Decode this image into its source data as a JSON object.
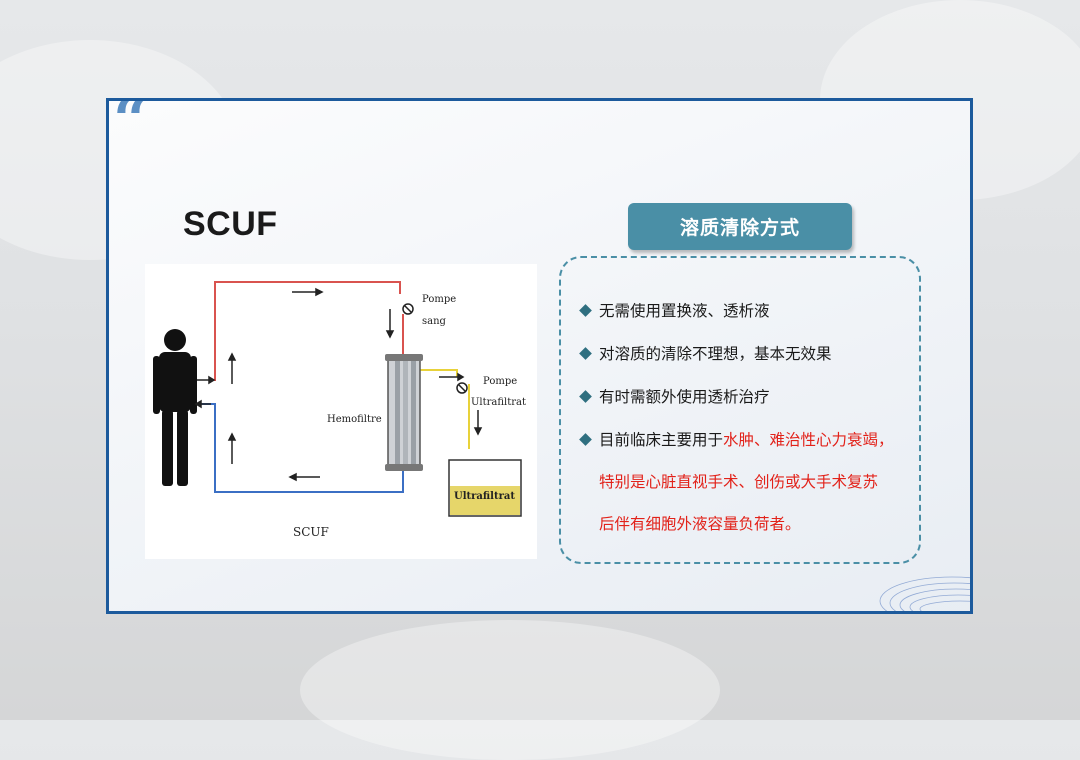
{
  "slide": {
    "title": "SCUF",
    "header_tab": "溶质清除方式"
  },
  "diagram": {
    "labels": {
      "pump_blood": [
        "Pompe",
        "sang"
      ],
      "pump_uf": [
        "Pompe",
        "Ultrafiltrat"
      ],
      "hemofilter": "Hemofiltre",
      "ultrafiltrate": "Ultrafiltrat",
      "caption": "SCUF"
    },
    "colors": {
      "arterial": "#d9534f",
      "venous": "#3b6fc4",
      "ultrafiltrate": "#e8d23a"
    }
  },
  "bullets": [
    {
      "normal": "无需使用置换液、透析液"
    },
    {
      "normal": "对溶质的清除不理想，基本无效果"
    },
    {
      "normal": "有时需额外使用透析治疗"
    },
    {
      "normal": "目前临床主要用于",
      "highlight": "水肿、难治性心力衰竭，",
      "lines": [
        "特别是心脏直视手术、创伤或大手术复苏",
        "后伴有细胞外液容量负荷者。"
      ]
    }
  ],
  "colors": {
    "border": "#1c5a9c",
    "accent": "#4a8fa6",
    "highlight": "#e2221a"
  },
  "icons": [
    "quote-mark-icon",
    "person-icon",
    "pump-icon",
    "arrow-icon",
    "diamond-bullet-icon",
    "swirl-decoration-icon"
  ]
}
